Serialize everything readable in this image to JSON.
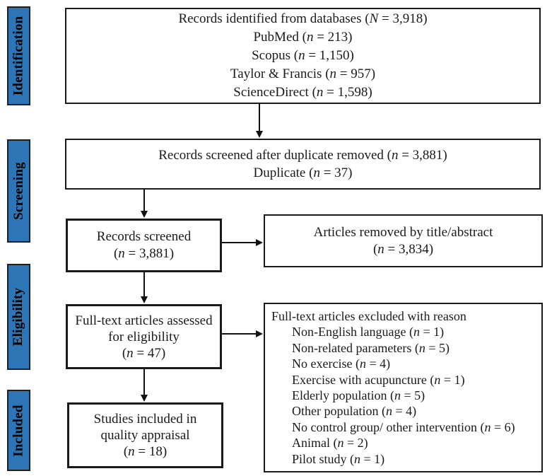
{
  "stages": [
    {
      "label": "Identification"
    },
    {
      "label": "Screening"
    },
    {
      "label": "Eligibility"
    },
    {
      "label": "Included"
    }
  ],
  "boxes": {
    "identified": {
      "lines": [
        "Records identified from databases (N = 3,918)",
        "PubMed (n = 213)",
        "Scopus (n = 1,150)",
        "Taylor & Francis (n = 957)",
        "ScienceDirect (n = 1,598)"
      ]
    },
    "duplicates": {
      "lines": [
        "Records screened after duplicate removed (n = 3,881)",
        "Duplicate (n = 37)"
      ]
    },
    "records_screened": {
      "lines": [
        "Records screened",
        "(n = 3,881)"
      ]
    },
    "removed_title_abstract": {
      "lines": [
        "Articles removed by title/abstract",
        "(n = 3,834)"
      ]
    },
    "fulltext_assessed": {
      "lines": [
        "Full-text articles assessed",
        "for eligibility",
        "(n = 47)"
      ]
    },
    "fulltext_excluded": {
      "title": "Full-text articles excluded with reason",
      "reasons": [
        "Non-English language (n = 1)",
        "Non-related parameters (n = 5)",
        "No exercise (n = 4)",
        "Exercise with acupuncture (n = 1)",
        "Elderly population (n = 5)",
        "Other population (n = 4)",
        "No control group/ other intervention (n = 6)",
        "Animal (n = 2)",
        "Pilot study (n = 1)"
      ]
    },
    "studies_included": {
      "lines": [
        "Studies included in",
        "quality appraisal",
        "(n = 18)"
      ]
    }
  },
  "colors": {
    "stage_fill": "#2e75b6",
    "box_border": "#1a1a1a",
    "arrow": "#111111"
  }
}
